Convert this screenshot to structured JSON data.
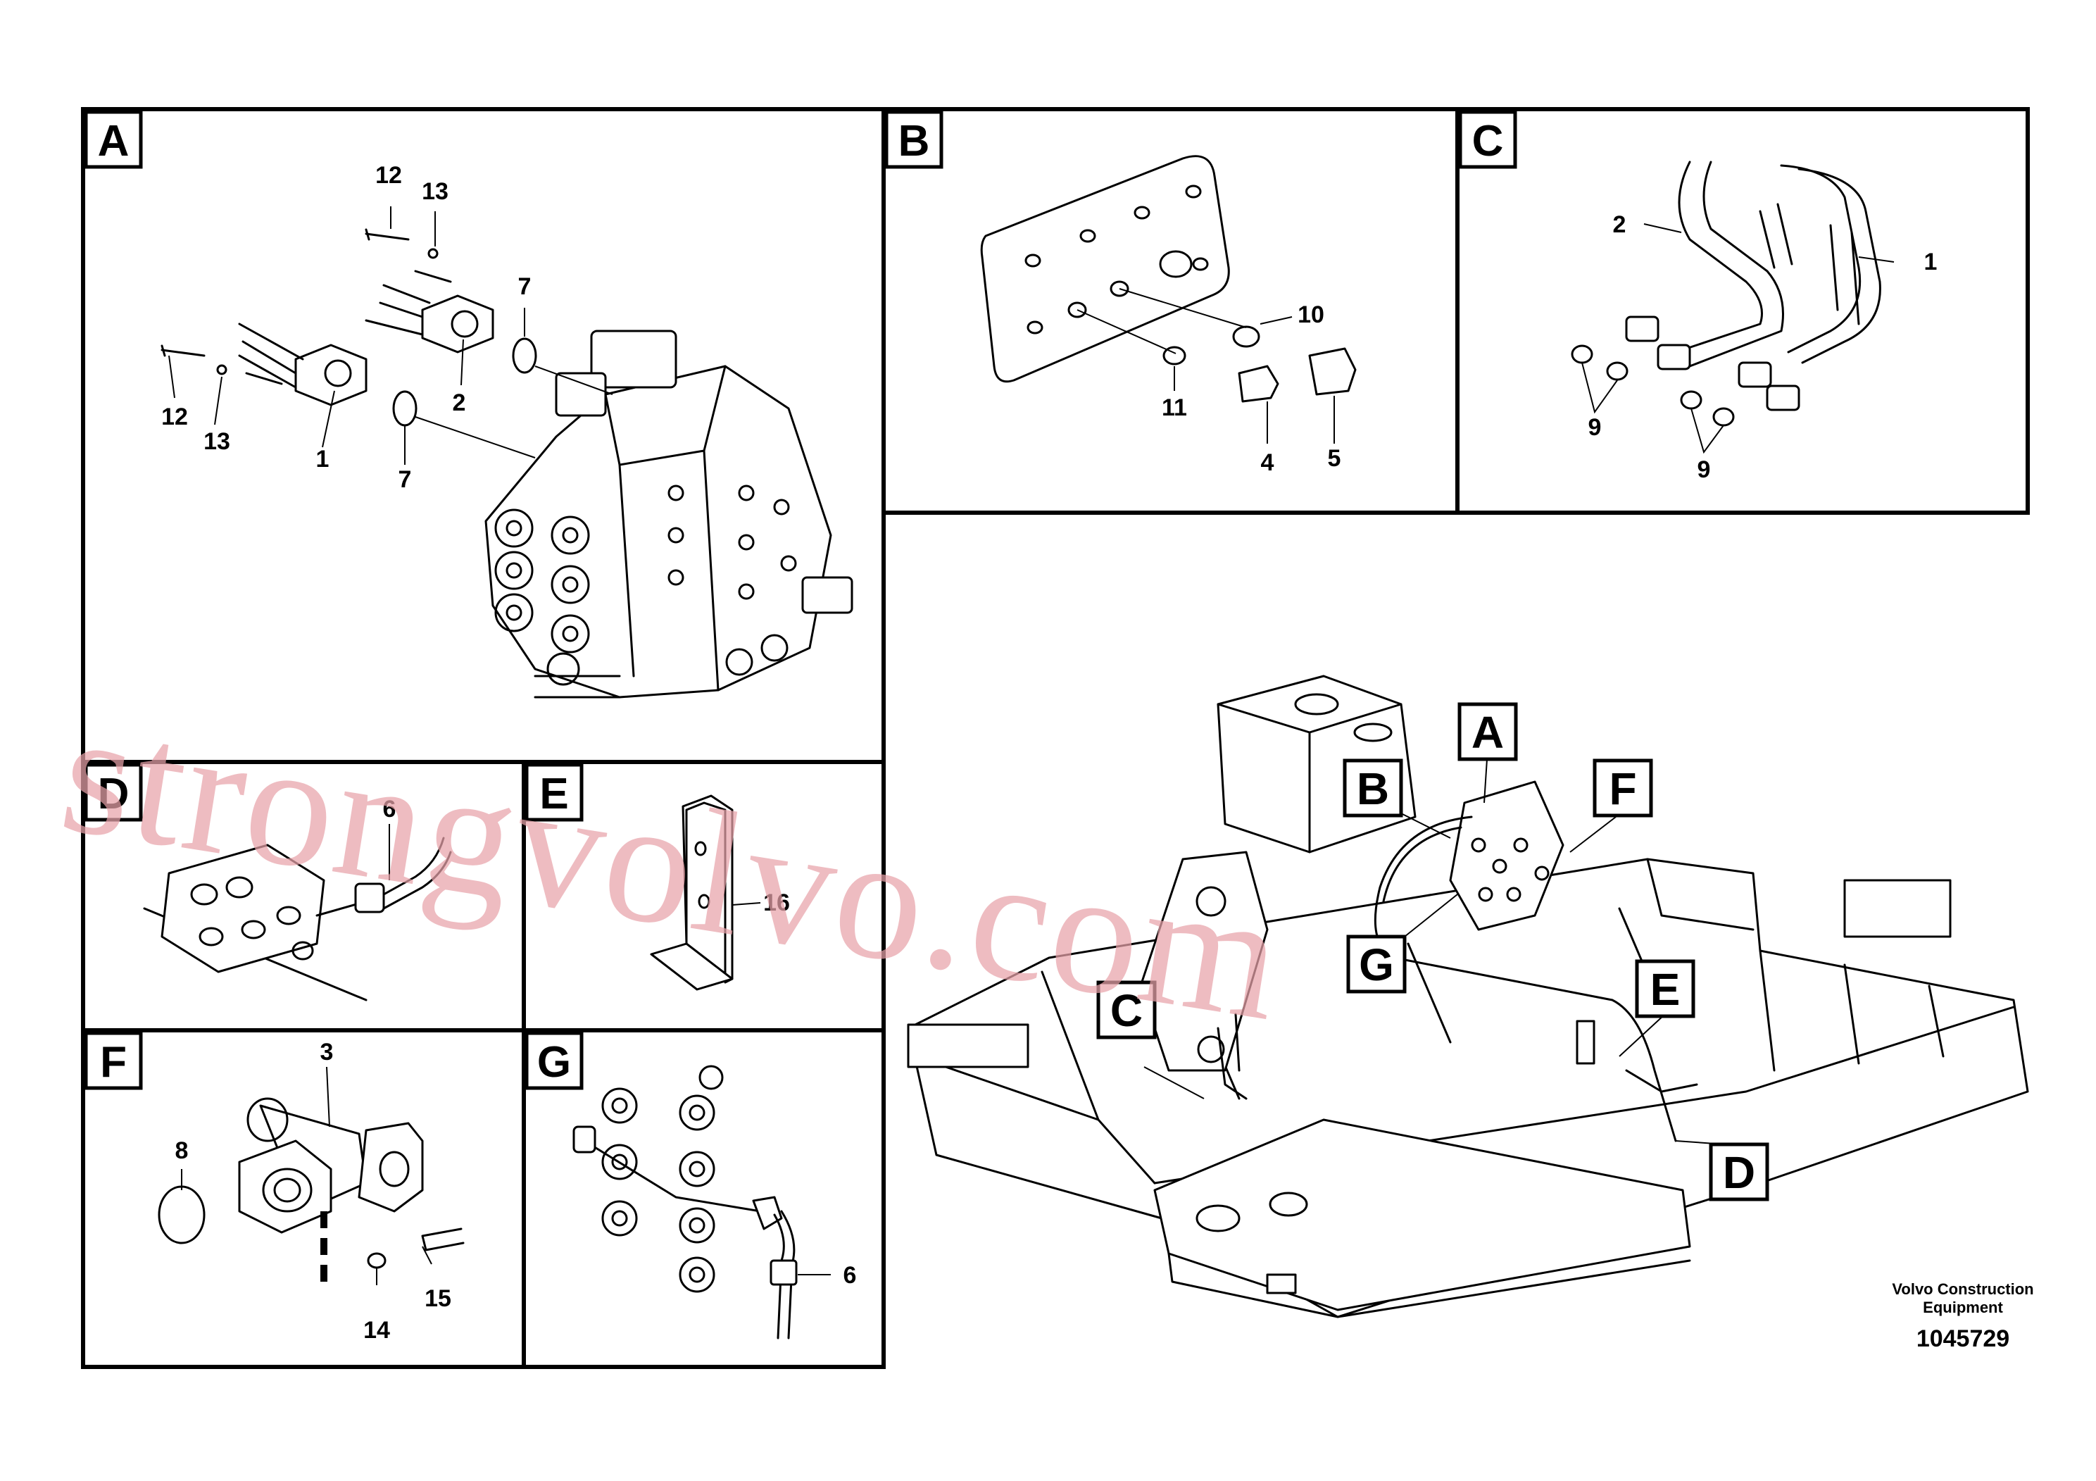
{
  "panels": {
    "A": {
      "letter": "A",
      "labels": [
        "12",
        "13",
        "7",
        "12",
        "13",
        "2",
        "1",
        "7"
      ]
    },
    "B": {
      "letter": "B",
      "labels": [
        "10",
        "11",
        "4",
        "5"
      ]
    },
    "C": {
      "letter": "C",
      "labels": [
        "2",
        "1",
        "9",
        "9"
      ]
    },
    "D": {
      "letter": "D",
      "labels": [
        "6"
      ]
    },
    "E": {
      "letter": "E",
      "labels": [
        "16"
      ]
    },
    "F": {
      "letter": "F",
      "labels": [
        "3",
        "8",
        "15",
        "14"
      ]
    },
    "G": {
      "letter": "G",
      "labels": [
        "6"
      ]
    }
  },
  "overview": {
    "callouts": [
      "A",
      "B",
      "F",
      "G",
      "C",
      "E",
      "D"
    ]
  },
  "footer": {
    "manufacturer_line1": "Volvo Construction",
    "manufacturer_line2": "Equipment",
    "document_number": "1045729"
  },
  "watermark": "strongvolvo.com"
}
